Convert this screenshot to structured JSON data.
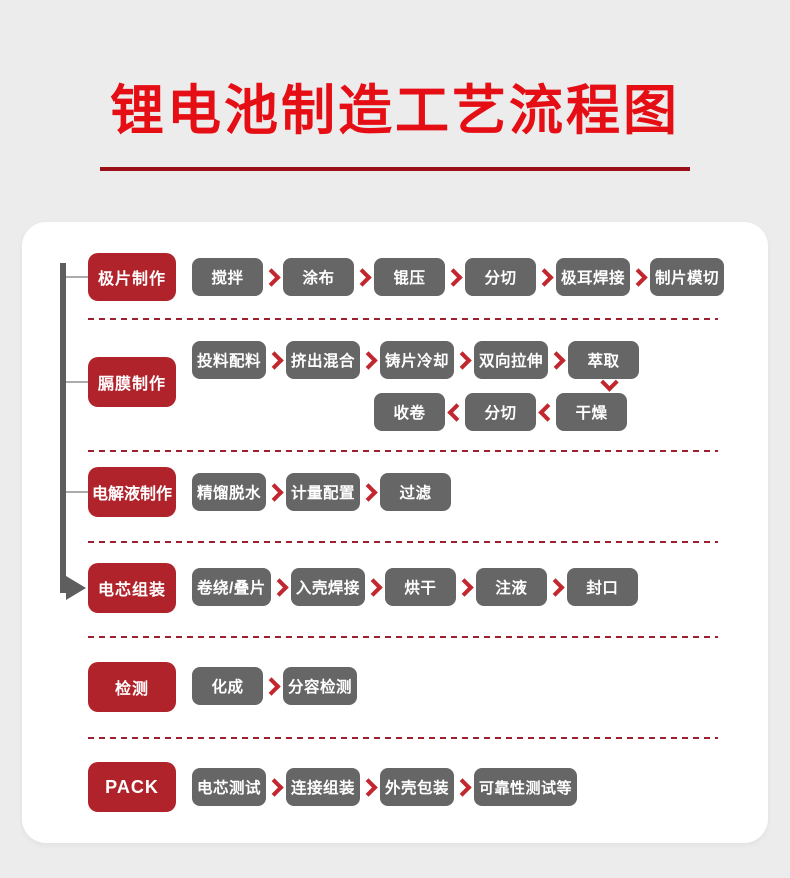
{
  "title": "锂电池制造工艺流程图",
  "colors": {
    "title_red": "#e50e14",
    "underline_red": "#9b1016",
    "stage_label_red": "#b1232b",
    "step_gray": "#666666",
    "arrow_red": "#c1272d",
    "dash_red": "#9c2030",
    "connector_gray": "#5e5e5e",
    "card_white": "#ffffff",
    "page_bg": "#ececec"
  },
  "icons": {
    "flow_arrow_right": "chevron-right",
    "flow_arrow_left": "chevron-left",
    "flow_arrow_down": "chevron-down",
    "connector_arrow": "arrow-right-triangle"
  },
  "flow": {
    "rows": [
      {
        "label": "极片制作",
        "steps": [
          "搅拌",
          "涂布",
          "锟压",
          "分切",
          "极耳焊接",
          "制片模切"
        ]
      },
      {
        "label": "膈膜制作",
        "steps_line1": [
          "投料配料",
          "挤出混合",
          "铸片冷却",
          "双向拉伸",
          "萃取"
        ],
        "steps_line2": [
          "收卷",
          "分切",
          "干燥"
        ]
      },
      {
        "label": "电解液制作",
        "steps": [
          "精馏脱水",
          "计量配置",
          "过滤"
        ]
      },
      {
        "label": "电芯组装",
        "steps": [
          "卷绕/叠片",
          "入壳焊接",
          "烘干",
          "注液",
          "封口"
        ]
      },
      {
        "label": "检测",
        "steps": [
          "化成",
          "分容检测"
        ]
      },
      {
        "label": "PACK",
        "steps": [
          "电芯测试",
          "连接组装",
          "外壳包装",
          "可靠性测试等"
        ]
      }
    ]
  }
}
